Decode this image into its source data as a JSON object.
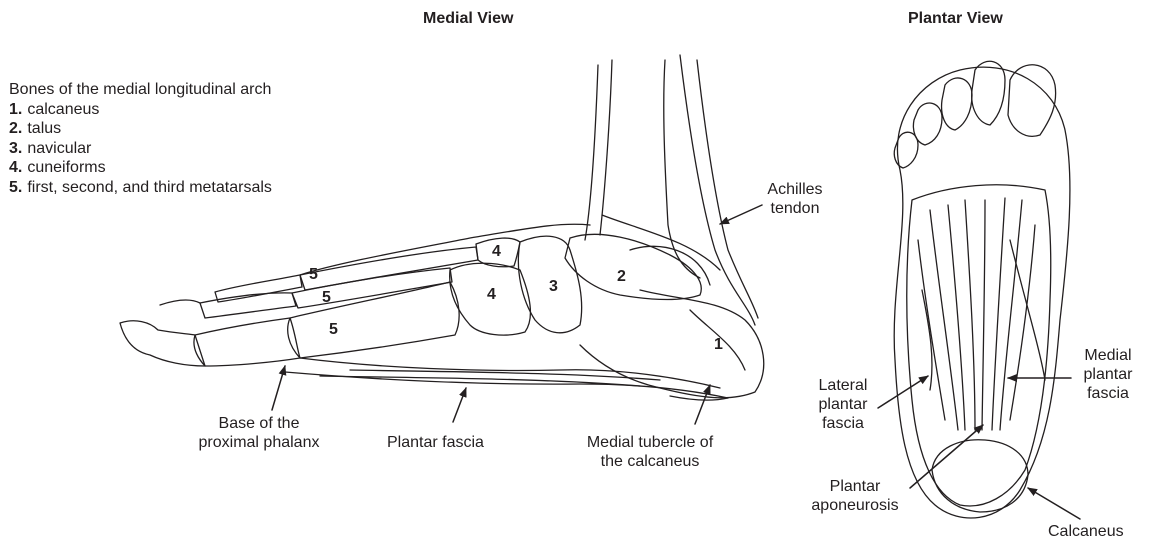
{
  "titles": {
    "medial": "Medial View",
    "plantar": "Plantar View"
  },
  "legend": {
    "heading": "Bones of the medial longitudinal arch",
    "items": [
      {
        "num": "1.",
        "text": "calcaneus"
      },
      {
        "num": "2.",
        "text": "talus"
      },
      {
        "num": "3.",
        "text": "navicular"
      },
      {
        "num": "4.",
        "text": "cuneiforms"
      },
      {
        "num": "5.",
        "text": "first, second, and third metatarsals"
      }
    ]
  },
  "bone_numbers": {
    "n1": "1",
    "n2": "2",
    "n3": "3",
    "n4a": "4",
    "n4b": "4",
    "n5a": "5",
    "n5b": "5",
    "n5c": "5"
  },
  "labels": {
    "achilles_1": "Achilles",
    "achilles_2": "tendon",
    "base_1": "Base of the",
    "base_2": "proximal phalanx",
    "plantar_fascia": "Plantar fascia",
    "tubercle_1": "Medial tubercle of",
    "tubercle_2": "the calcaneus",
    "lateral_1": "Lateral",
    "lateral_2": "plantar",
    "lateral_3": "fascia",
    "medial_1": "Medial",
    "medial_2": "plantar",
    "medial_3": "fascia",
    "apon_1": "Plantar",
    "apon_2": "aponeurosis",
    "calcaneus": "Calcaneus"
  },
  "colors": {
    "ink": "#231f20",
    "background": "#ffffff"
  }
}
